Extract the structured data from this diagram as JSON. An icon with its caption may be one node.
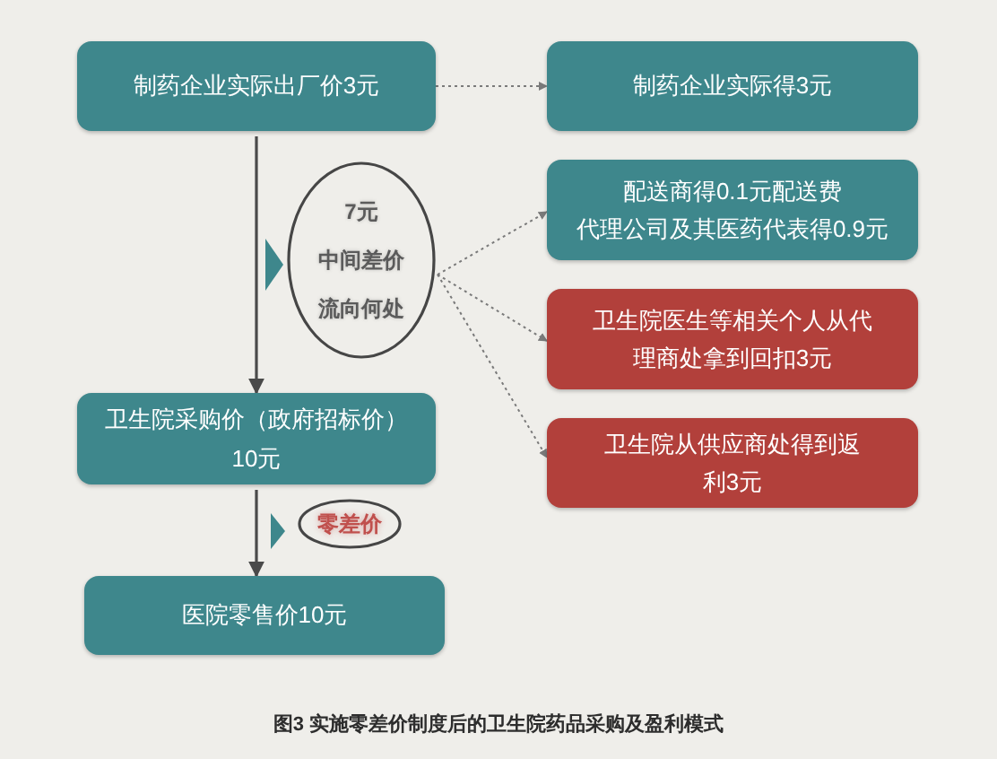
{
  "diagram": {
    "caption": "图3 实施零差价制度后的卫生院药品采购及盈利模式",
    "nodes": [
      {
        "text": [
          "制药企业实际出厂价3元"
        ]
      },
      {
        "text": [
          "制药企业实际得3元"
        ]
      },
      {
        "text": [
          "7元",
          "中间差价",
          "流向何处"
        ]
      },
      {
        "text": [
          "配送商得0.1元配送费",
          "代理公司及其医药代表得0.9元"
        ]
      },
      {
        "text": [
          "卫生院医生等相关个人从代理商处拿到回扣3元"
        ]
      },
      {
        "text": [
          "卫生院从供应商处得到返利3元"
        ]
      },
      {
        "text": [
          "卫生院采购价（政府招标价）10元"
        ]
      },
      {
        "text": [
          "零差价"
        ]
      },
      {
        "text": [
          "医院零售价10元"
        ]
      }
    ],
    "edges": [
      {
        "from": 0,
        "to": 1,
        "arrow": "to",
        "style": "dashed"
      },
      {
        "from": 0,
        "to": 6,
        "arrow": "to"
      },
      {
        "from": 2,
        "to": 3,
        "arrow": "to",
        "style": "dashed"
      },
      {
        "from": 2,
        "to": 4,
        "arrow": "to",
        "style": "dashed"
      },
      {
        "from": 2,
        "to": 5,
        "arrow": "to",
        "style": "dashed"
      },
      {
        "from": 6,
        "to": 8,
        "arrow": "to"
      }
    ]
  }
}
